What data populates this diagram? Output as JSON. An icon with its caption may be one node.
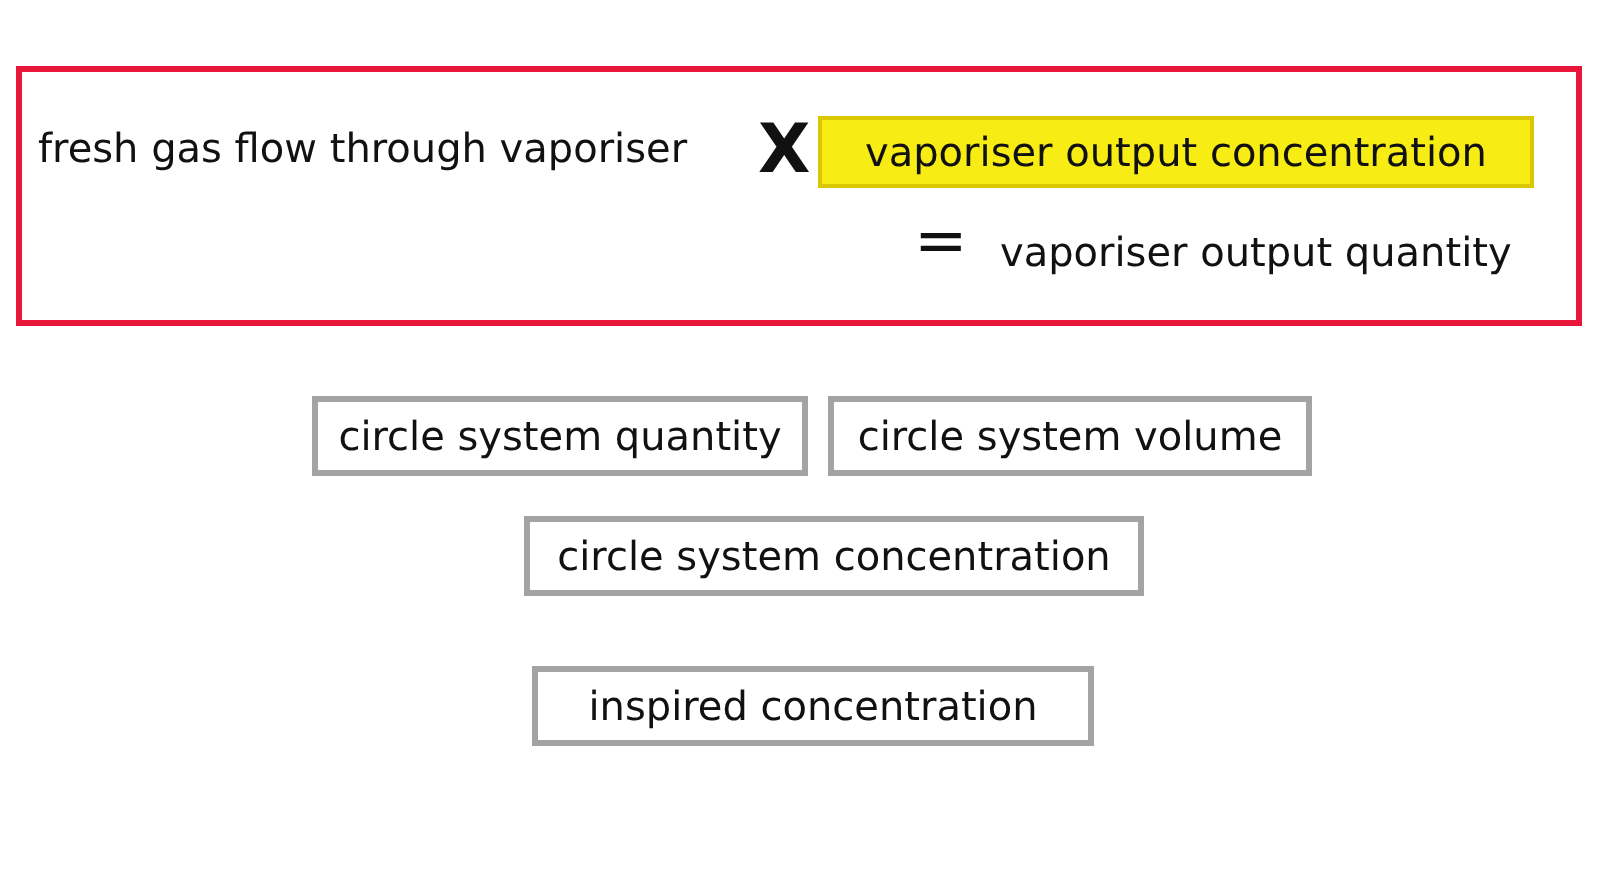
{
  "diagram": {
    "nodes": [
      {
        "text": [
          "fresh gas flow through vaporiser",
          "X",
          "=",
          "vaporiser output quantity"
        ]
      },
      {
        "text": [
          "vaporiser output concentration"
        ],
        "in": 0
      },
      {
        "text": [
          "circle system quantity"
        ]
      },
      {
        "text": [
          "circle system volume"
        ]
      },
      {
        "text": [
          "circle system concentration"
        ]
      },
      {
        "text": [
          "inspired concentration"
        ]
      }
    ]
  }
}
